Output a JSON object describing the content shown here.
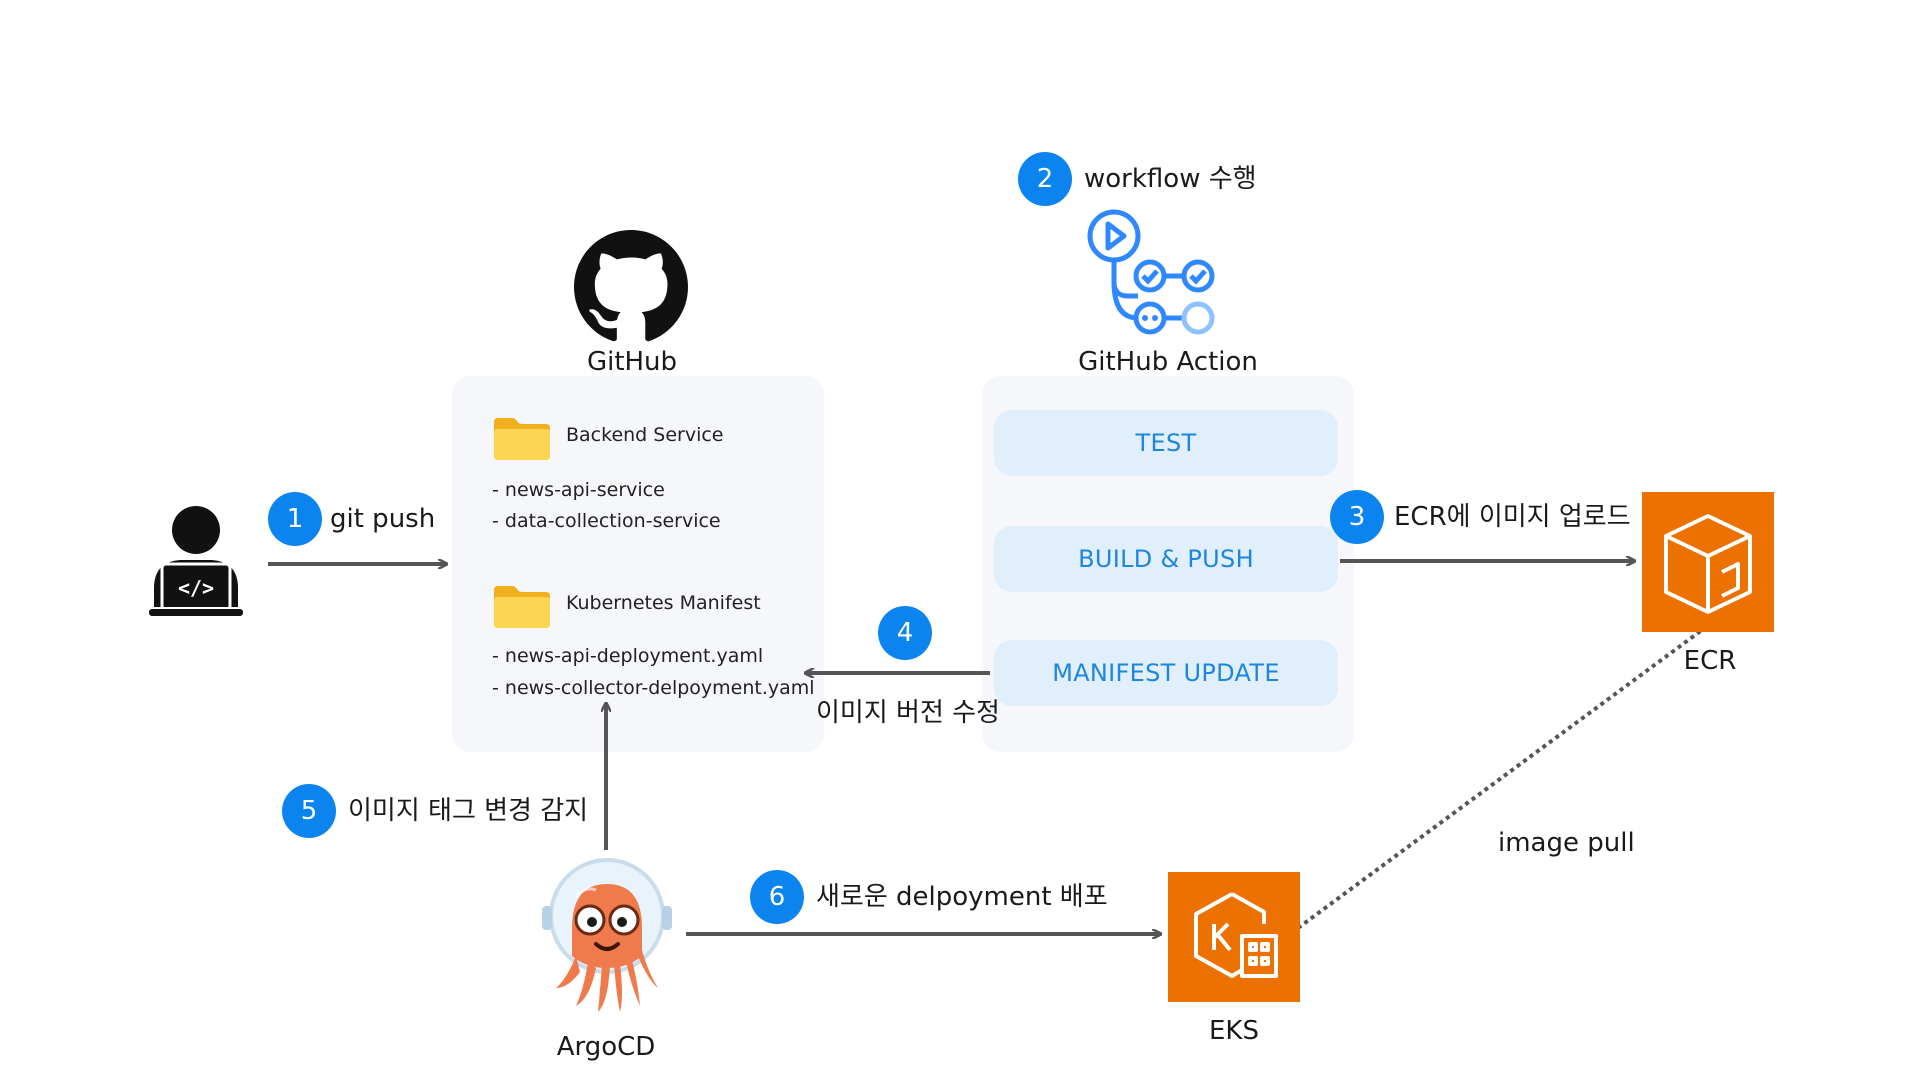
{
  "nodes": {
    "github": "GitHub",
    "github_action": "GitHub Action",
    "ecr": "ECR",
    "eks": "EKS",
    "argocd": "ArgoCD"
  },
  "repo": {
    "backend_heading": "Backend Service",
    "backend_items": [
      "- news-api-service",
      "- data-collection-service"
    ],
    "manifest_heading": "Kubernetes Manifest",
    "manifest_items": [
      "- news-api-deployment.yaml",
      "- news-collector-delpoyment.yaml"
    ]
  },
  "pipeline": {
    "stages": [
      "TEST",
      "BUILD & PUSH",
      "MANIFEST UPDATE"
    ]
  },
  "steps": [
    {
      "number": "1",
      "label": "git push"
    },
    {
      "number": "2",
      "label": "workflow 수행"
    },
    {
      "number": "3",
      "label": "ECR에 이미지 업로드"
    },
    {
      "number": "4",
      "label": "이미지 버전 수정"
    },
    {
      "number": "5",
      "label": "이미지 태그 변경 감지"
    },
    {
      "number": "6",
      "label": "새로운 delpoyment 배포"
    }
  ],
  "image_pull_label": "image pull",
  "colors": {
    "badge": "#0b84f0",
    "stage_fill": "#e1eefb",
    "stage_text": "#1d86de",
    "panel": "#f5f7fa",
    "aws_orange": "#ed7100",
    "arrow": "#555555",
    "argocd": "#ef7b4d"
  },
  "icons": [
    "developer-laptop-icon",
    "github-icon",
    "github-actions-workflow-icon",
    "folder-icon",
    "ecr-icon",
    "eks-icon",
    "argocd-icon"
  ]
}
